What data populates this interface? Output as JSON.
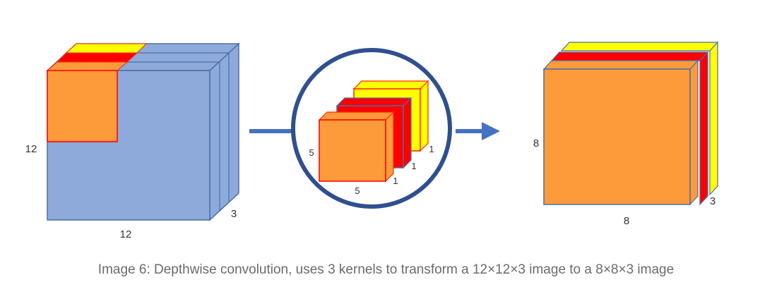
{
  "input_block": {
    "height_label": "12",
    "width_label": "12",
    "depth_label": "3"
  },
  "kernels": {
    "height_label": "5",
    "width_label": "5",
    "depth_labels": [
      "1",
      "1",
      "1"
    ]
  },
  "output_block": {
    "height_label": "8",
    "width_label": "8",
    "depth_label": "3"
  },
  "caption": "Image 6: Depthwise convolution, uses 3 kernels to transform a 12×12×3 image to a 8×8×3 image",
  "colors": {
    "input_blue": "#8eaadb",
    "edge_blue": "#4b6eaa",
    "orange": "#fd9a3a",
    "red": "#ff0000",
    "yellow": "#ffff00",
    "circle": "#2f4f8f",
    "arrow": "#4472c4"
  }
}
